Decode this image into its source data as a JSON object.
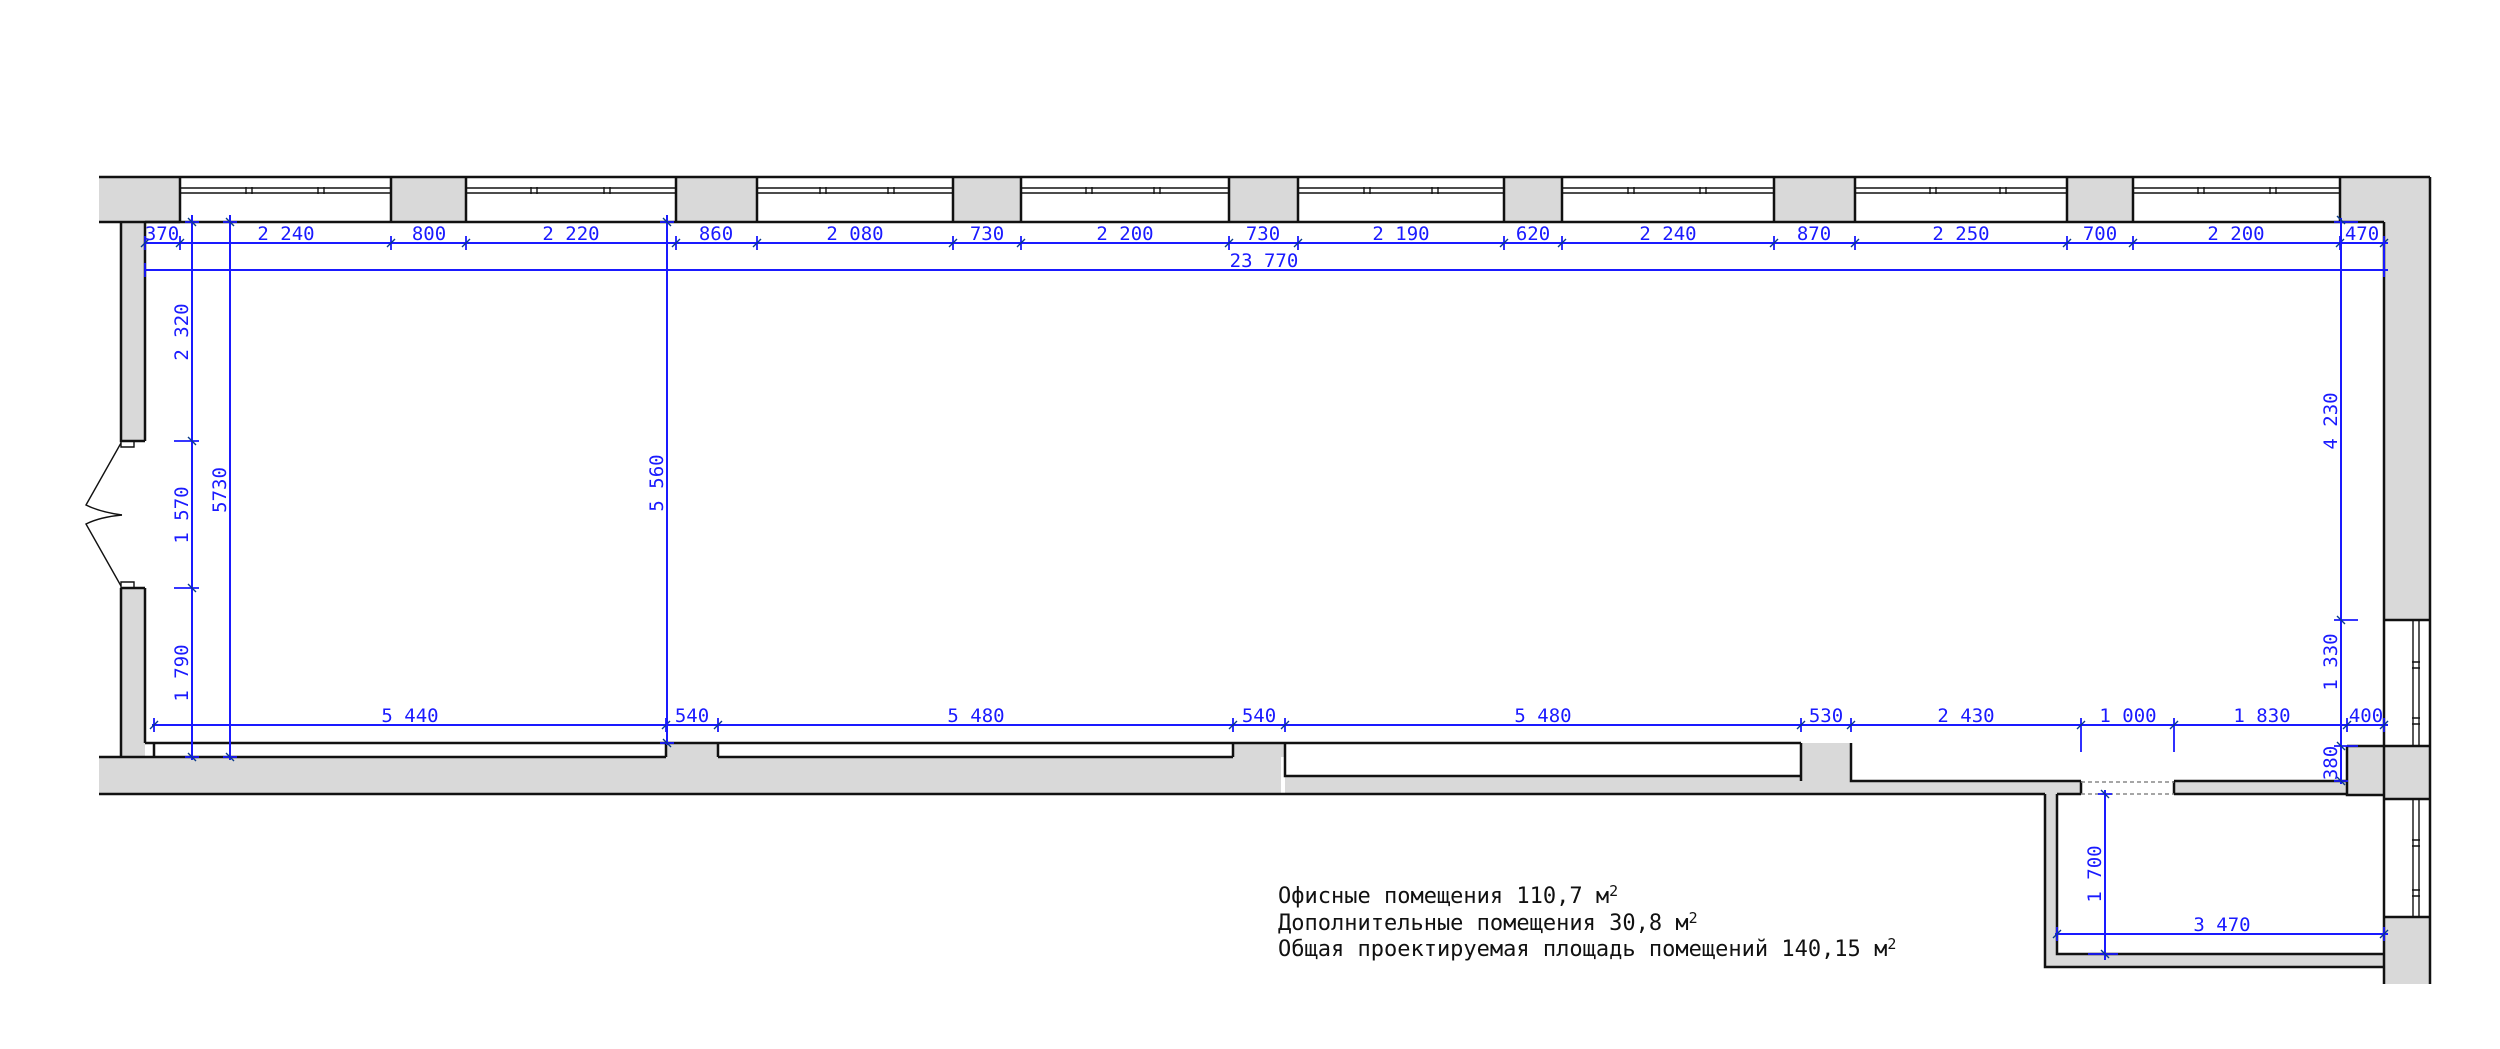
{
  "title": "Floor plan — office premises",
  "colors": {
    "wall_fill": "#d9d9d9",
    "wall_line": "#111111",
    "dimension": "#1a1aff"
  },
  "top_dimensions": {
    "segments": [
      "370",
      "2 240",
      "800",
      "2 220",
      "860",
      "2 080",
      "730",
      "2 200",
      "730",
      "2 190",
      "620",
      "2 240",
      "870",
      "2 250",
      "700",
      "2 200",
      "470"
    ],
    "total": "23 770"
  },
  "bottom_dimensions": {
    "segments": [
      "5 440",
      "540",
      "5 480",
      "540",
      "5 480",
      "530",
      "2 430",
      "1 000",
      "1 830",
      "400"
    ]
  },
  "left_dimensions": {
    "segments": [
      "2 320",
      "1 570",
      "1 790"
    ],
    "total": "5730"
  },
  "interior_dimensions": {
    "mid_height": "5 560"
  },
  "right_dimensions": {
    "segments": [
      "4 230",
      "1 330",
      "380"
    ]
  },
  "annex_dimensions": {
    "depth": "1 700",
    "width": "3 470"
  },
  "notes": [
    {
      "label": "Офисные помещения",
      "value": "110,7",
      "unit": "м",
      "sup": "2"
    },
    {
      "label": "Дополнительные помещения",
      "value": "30,8",
      "unit": "м",
      "sup": "2"
    },
    {
      "label": "Общая проектируемая площадь помещений",
      "value": "140,15",
      "unit": "м",
      "sup": "2"
    }
  ]
}
